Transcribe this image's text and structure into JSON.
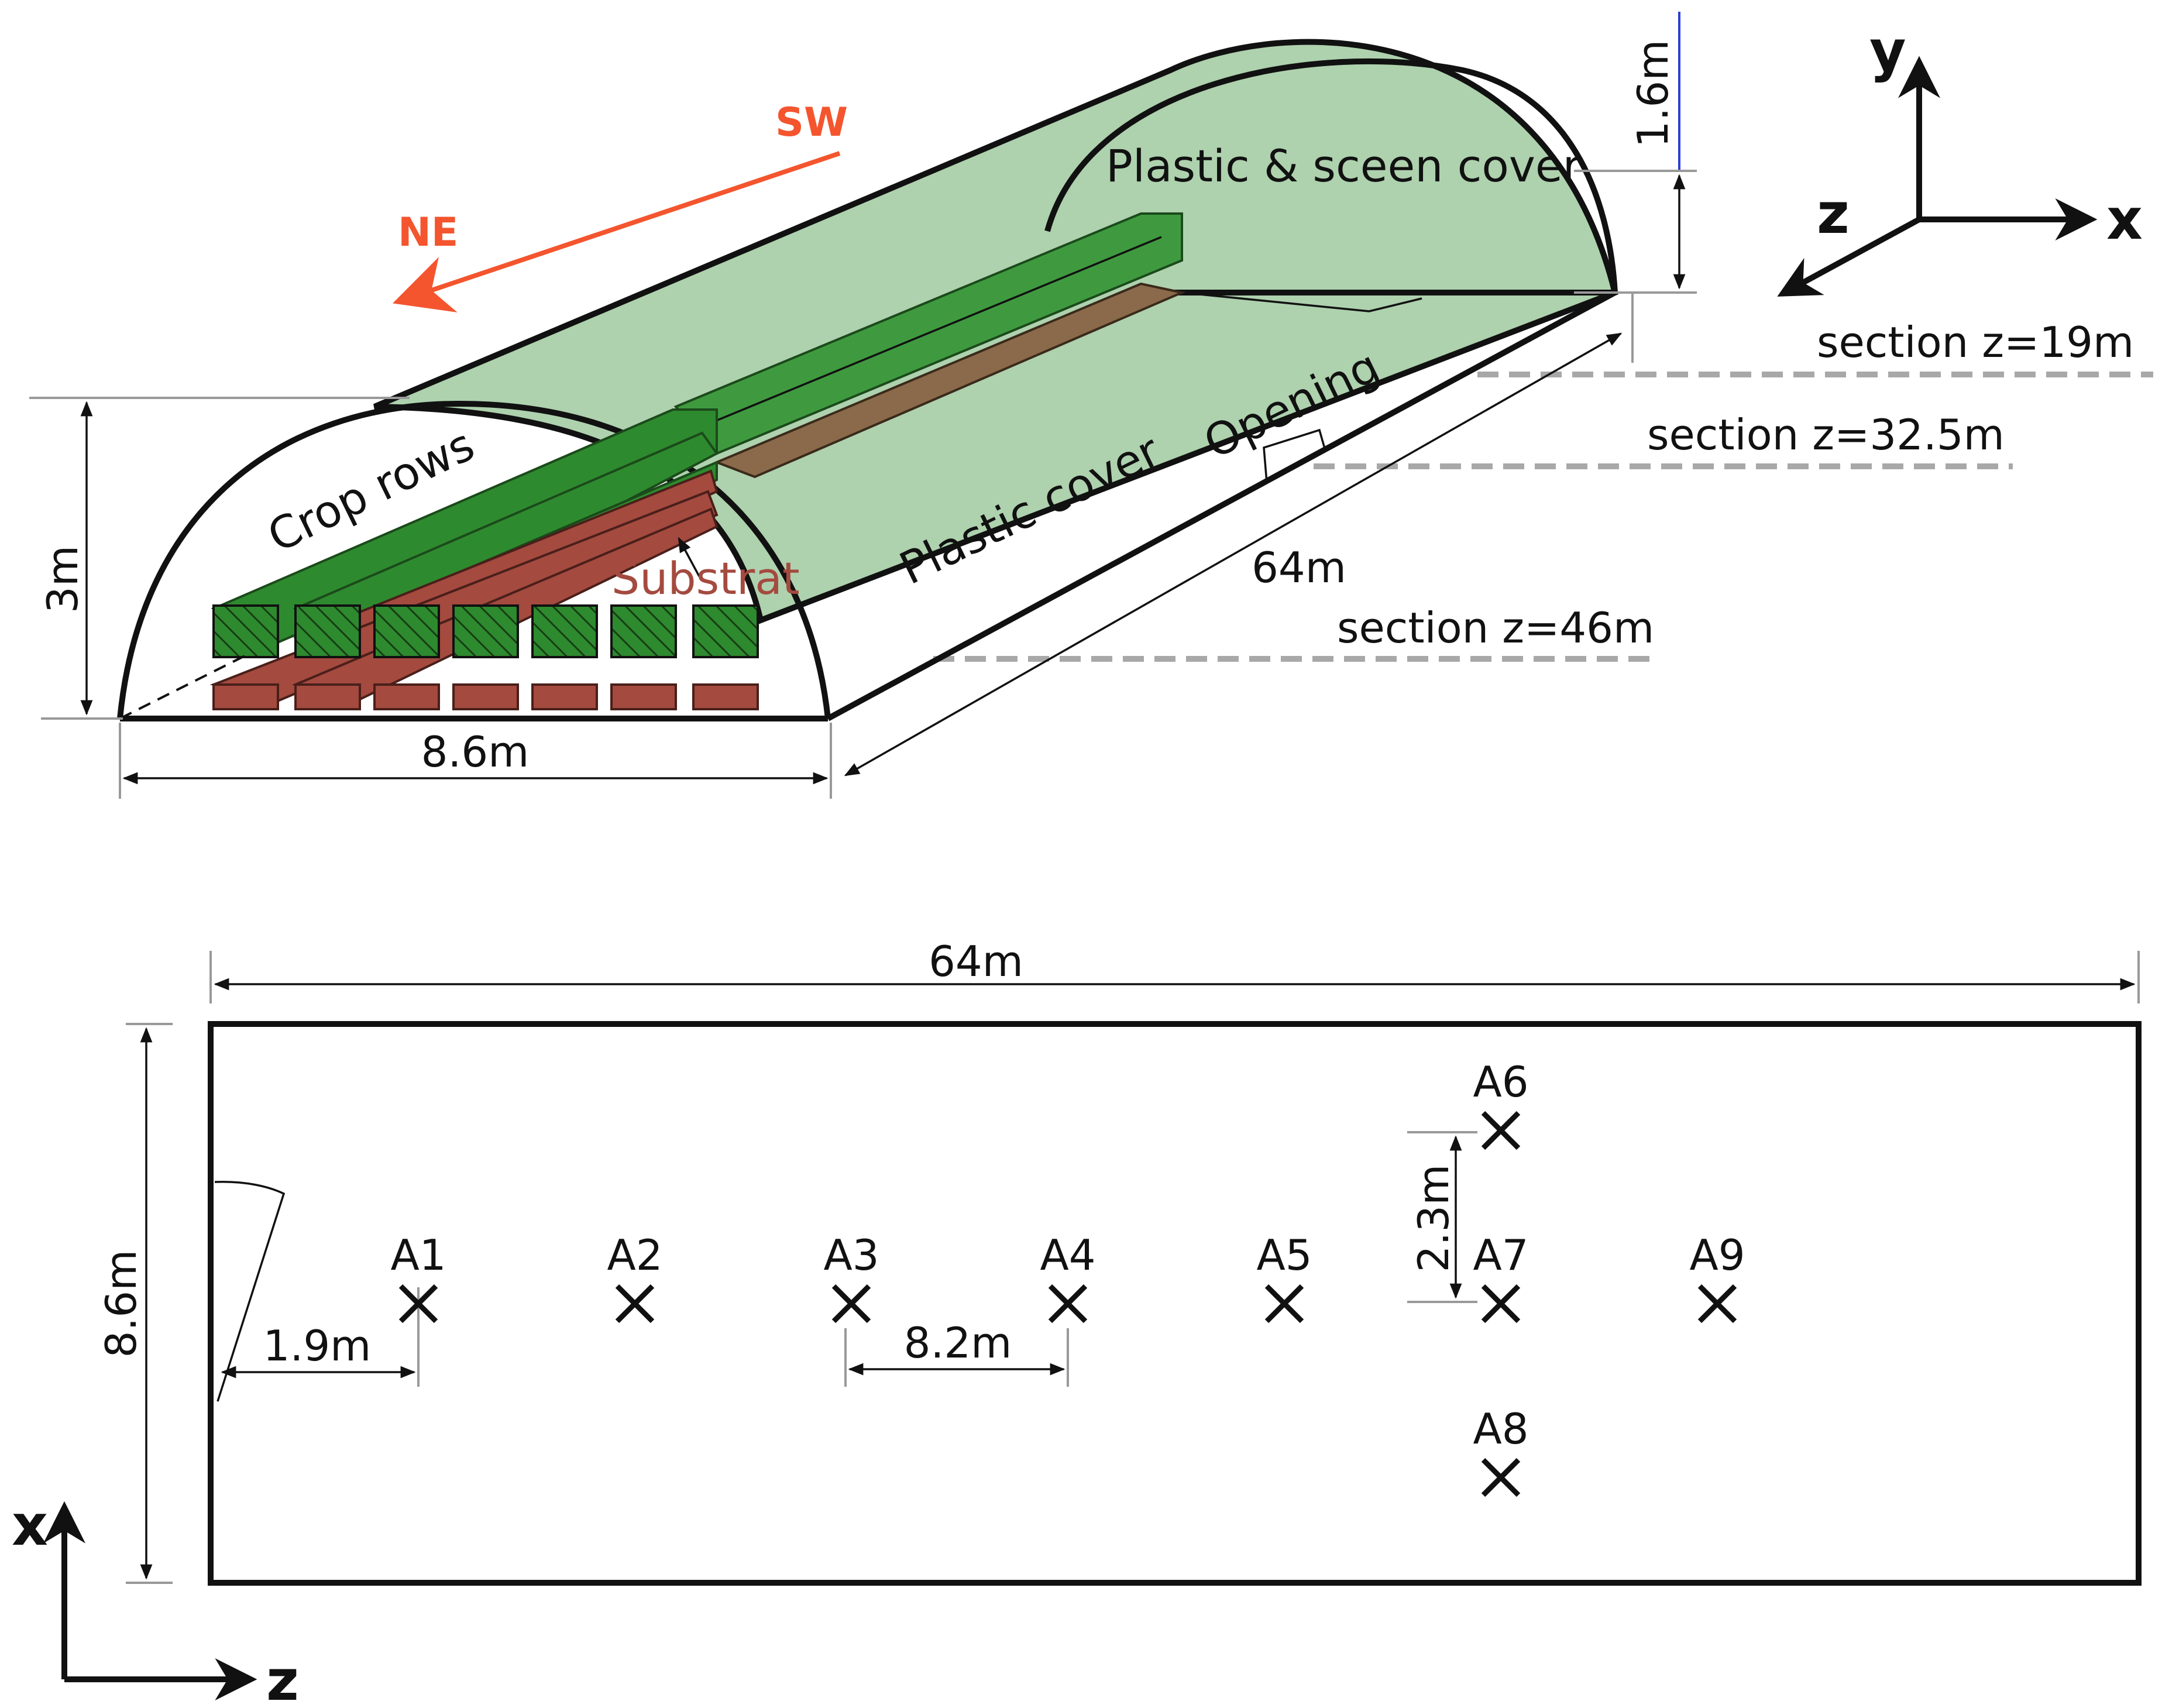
{
  "greenhouse_3d": {
    "wind_from": "SW",
    "wind_to": "NE",
    "wind_color": "#f4552e",
    "labels": {
      "crop_rows": "Crop rows",
      "substrat": "Substrat",
      "plastic_cover": "Plastic cover",
      "plastic_screen_cover": "Plastic & sceen cover",
      "opening": "Opening"
    },
    "dimensions": {
      "height": "3m",
      "width": "8.6m",
      "length": "64m",
      "top_height": "1.6m"
    },
    "sections": [
      "section z=19m",
      "section z=32.5m",
      "section z=46m"
    ],
    "axes": {
      "x": "x",
      "y": "y",
      "z": "z"
    },
    "colors": {
      "crop": "#2e8a2e",
      "substrat": "#a44a3f",
      "cover": "#8fbf8f",
      "section_line": "#a8a8a8"
    }
  },
  "plan_view": {
    "length": "64m",
    "width": "8.6m",
    "spacing_first": "1.9m",
    "spacing_row": "8.2m",
    "spacing_lateral": "2.3m",
    "points": [
      "A1",
      "A2",
      "A3",
      "A4",
      "A5",
      "A6",
      "A7",
      "A8",
      "A9"
    ],
    "axes": {
      "x": "x",
      "z": "z"
    }
  }
}
